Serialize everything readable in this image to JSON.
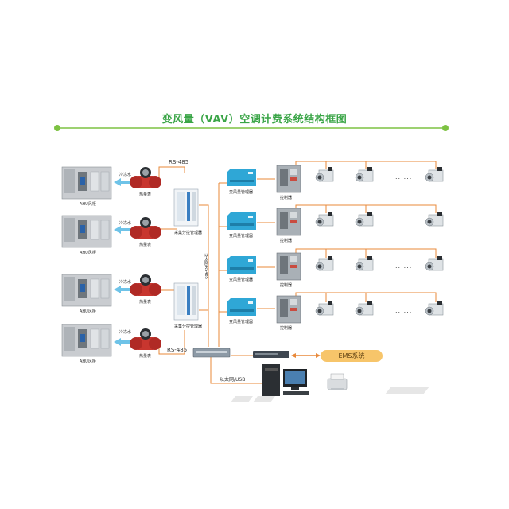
{
  "title": "变风量（VAV）空调计费系统结构框图",
  "ahu_label": "AHU风柜",
  "chilled_water_label": "冷冻水",
  "energy_meter_label": "热量表",
  "collector_label": "采集分控管理器",
  "vav_manager_label": "变风量管理器",
  "controller_label": "控制器",
  "bus_label": "以太网/RS485",
  "rs485_top": "RS-485",
  "rs485_bottom": "RS-485",
  "ethernet_usb_label": "以太网/USB",
  "ems_label": "EMS系统",
  "dots": "......",
  "colors": {
    "accent_green": "#7dc242",
    "title_green": "#3aa547",
    "line_orange": "#e8893a",
    "vav_blue": "#2fa7d6",
    "ems_fill": "#f7c56a"
  }
}
